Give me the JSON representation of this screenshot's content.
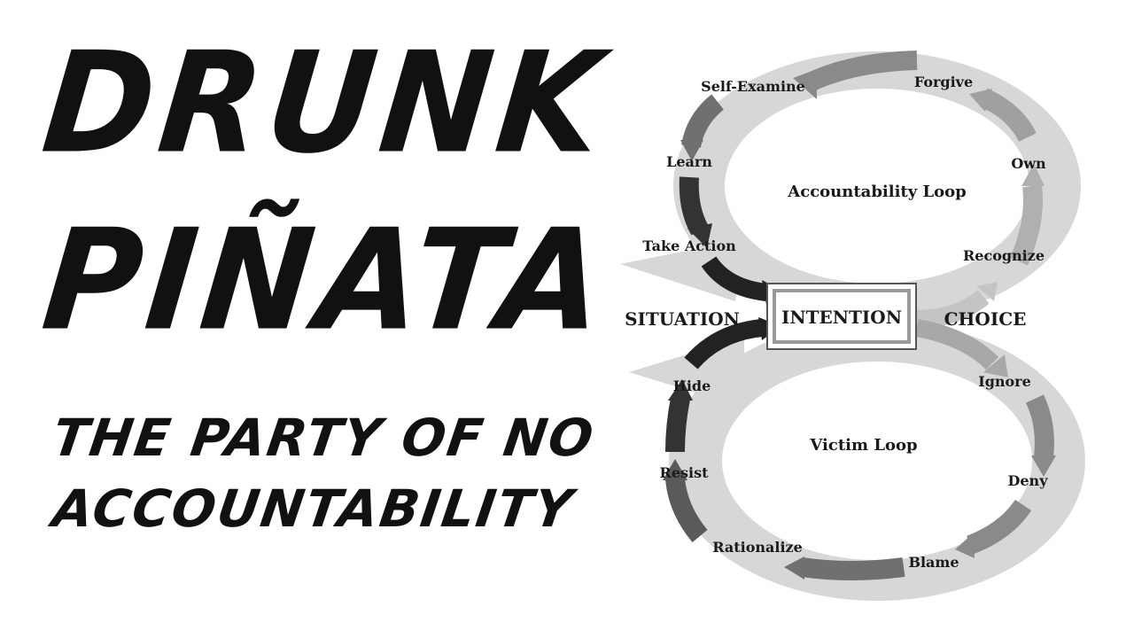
{
  "title": {
    "line1": "DRUNK",
    "line2": "PIÑATA",
    "subtitle_line1": "THE PARTY OF NO",
    "subtitle_line2": "ACCOUNTABILITY"
  },
  "diagram": {
    "top_loop_label": "Accountability Loop",
    "bottom_loop_label": "Victim Loop",
    "center_label": "INTENTION",
    "left_label": "SITUATION",
    "right_label": "CHOICE",
    "top_steps": [
      "Self-Examine",
      "Forgive",
      "Learn",
      "Own",
      "Take Action",
      "Recognize"
    ],
    "bottom_steps": [
      "Hide",
      "Ignore",
      "Resist",
      "Deny",
      "Rationalize",
      "Blame"
    ],
    "colors": {
      "ring": "#d7d7d7",
      "dark_arrow": "#222222",
      "mid_arrow": "#707070",
      "light_arrow": "#a8a8a8"
    }
  }
}
